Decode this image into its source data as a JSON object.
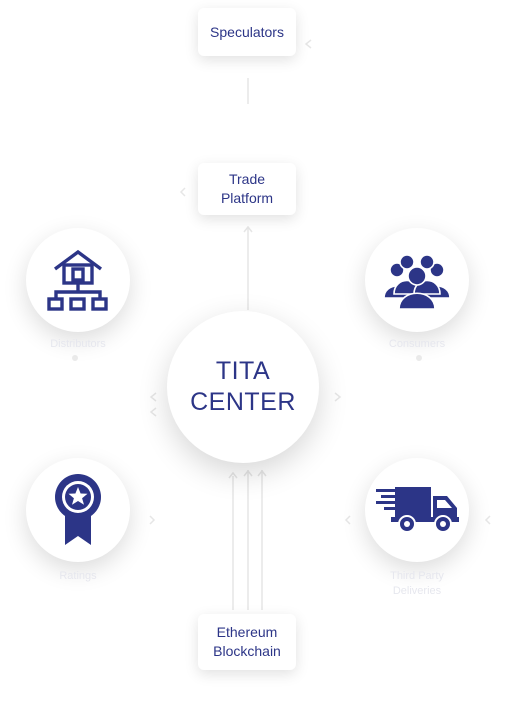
{
  "top_box": {
    "label": "Speculators"
  },
  "trade_box": {
    "label": "Trade\nPlatform"
  },
  "center": {
    "line1": "TITA",
    "line2": "CENTER"
  },
  "bottom_box": {
    "label": "Ethereum\nBlockchain"
  },
  "nodes": {
    "distributors": {
      "label": "Distributors",
      "icon": "warehouse-network-icon"
    },
    "consumers": {
      "label": "Consumers",
      "icon": "group-people-icon"
    },
    "ratings": {
      "label": "Ratings",
      "icon": "award-ribbon-icon"
    },
    "third_party": {
      "label": "Third Party\nDeliveries",
      "icon": "delivery-truck-icon"
    }
  },
  "colors": {
    "accent": "#2c3587",
    "label": "#e6e7ee",
    "connector": "#e8e8e8"
  }
}
